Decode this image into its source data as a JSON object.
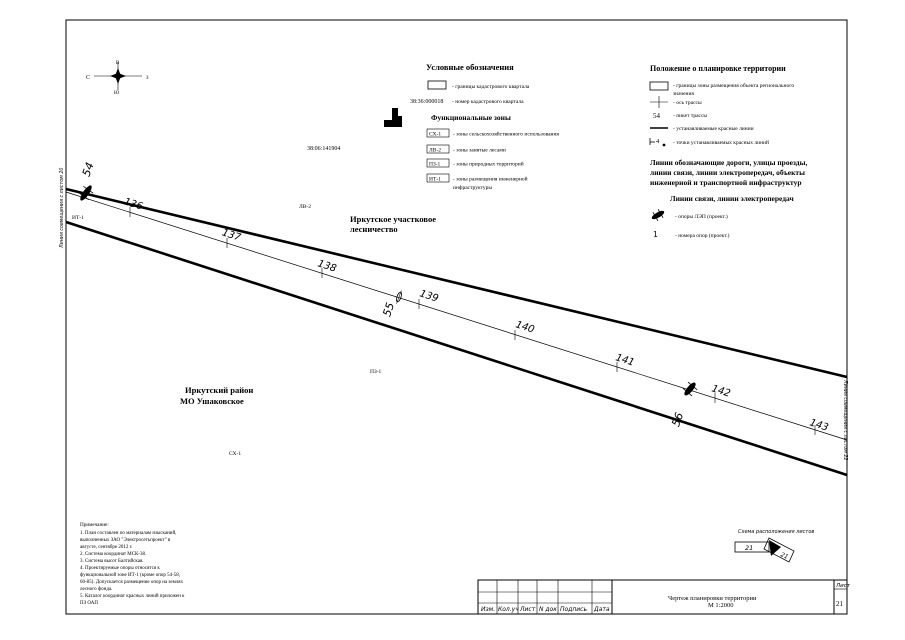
{
  "compass": {
    "north": "С",
    "south": "Ю",
    "east": "В",
    "west": "З"
  },
  "legend": {
    "title": "Условные обозначения",
    "items": [
      {
        "text": "- границы кадастрового квартала"
      },
      {
        "code": "38:36:000018",
        "text": "- номер кадастрового квартала"
      }
    ],
    "zones_title": "Функциональные зоны",
    "zones": [
      {
        "code": "СХ-1",
        "text": "- зоны сельскохозяйственного использования"
      },
      {
        "code": "ЛВ-2",
        "text": "- зоны занятые лесами"
      },
      {
        "code": "ПЗ-1",
        "text": "- зоны природных территорий"
      },
      {
        "code": "ИТ-1",
        "text": "- зоны размещения инженерной",
        "text2": "инфраструктуры"
      }
    ]
  },
  "planning": {
    "title": "Положение о планировке территории",
    "items": [
      {
        "text": "- границы зоны размещения объекта регионального",
        "text2": "значения"
      },
      {
        "text": "- ось трассы"
      },
      {
        "code": "54",
        "text": "- пикет трассы"
      },
      {
        "text": "- устанавливаемые красные линии"
      },
      {
        "code": "4",
        "text": "- точки устанавливаемых красных линий"
      }
    ],
    "lines_title": "Линии обозначающие дороги, улицы проезды, линии связи, линии электропередач, объекты инженерной и транспортной инфраструктур",
    "lines_title_rows": [
      "Линии обозначающие дороги, улицы проезды,",
      "линии связи, линии электропередач, объекты",
      "инженерной и транспортной инфраструктур"
    ],
    "sub_title": "Линии связи, линии электропередач",
    "sub_items": [
      {
        "text": "- опоры ЛЭП (проект.)"
      },
      {
        "code": "1",
        "text": "- номера опор (проект.)"
      }
    ]
  },
  "map": {
    "cadastral_number": "38:06:141904",
    "forestry": [
      "Иркутское участковое",
      "лесничество"
    ],
    "district": [
      "Иркутский район",
      "МО Ушаковское"
    ],
    "zone_labels": {
      "it1": "ИТ-1",
      "lv2": "ЛВ-2",
      "pz1": "ПЗ-1",
      "sx1": "СХ-1"
    },
    "pickets": [
      "136",
      "137",
      "138",
      "139",
      "140",
      "141",
      "142",
      "143"
    ],
    "poles": [
      "54",
      "55",
      "56"
    ],
    "alignment_left": "Линия совмещения с листом 20",
    "alignment_right": "Линия совмещения с листом 22"
  },
  "notes": {
    "title": "Примечание:",
    "lines": [
      "1. План составлен по материалам изысканий,",
      "выполненных ЗАО \"Электросетьпроект\" в",
      "августе, сентябре 2012 г.",
      "2. Система координат МСК-38.",
      "3. Система высот Балтийская.",
      "4. Проектируемые опоры относятся к",
      "функциональной зоне ИТ-1 (кроме опор 54-58,",
      "60-85). Допускается размещение опор на землях",
      "лесного фонда.",
      "5. Каталог координат красных линий приложен к",
      "ПЗ ОАП"
    ]
  },
  "sheet_scheme": {
    "title": "Схема расположения листов",
    "sheet_a": "21",
    "sheet_b": "21"
  },
  "title_block": {
    "columns": [
      "Изм.",
      "Кол.уч",
      "Лист",
      "N док",
      "Подпись",
      "Дата"
    ],
    "drawing_title": "Чертеж планировки территории",
    "scale": "М 1:2000",
    "sheet_label": "Лист",
    "sheet_number": "21"
  }
}
